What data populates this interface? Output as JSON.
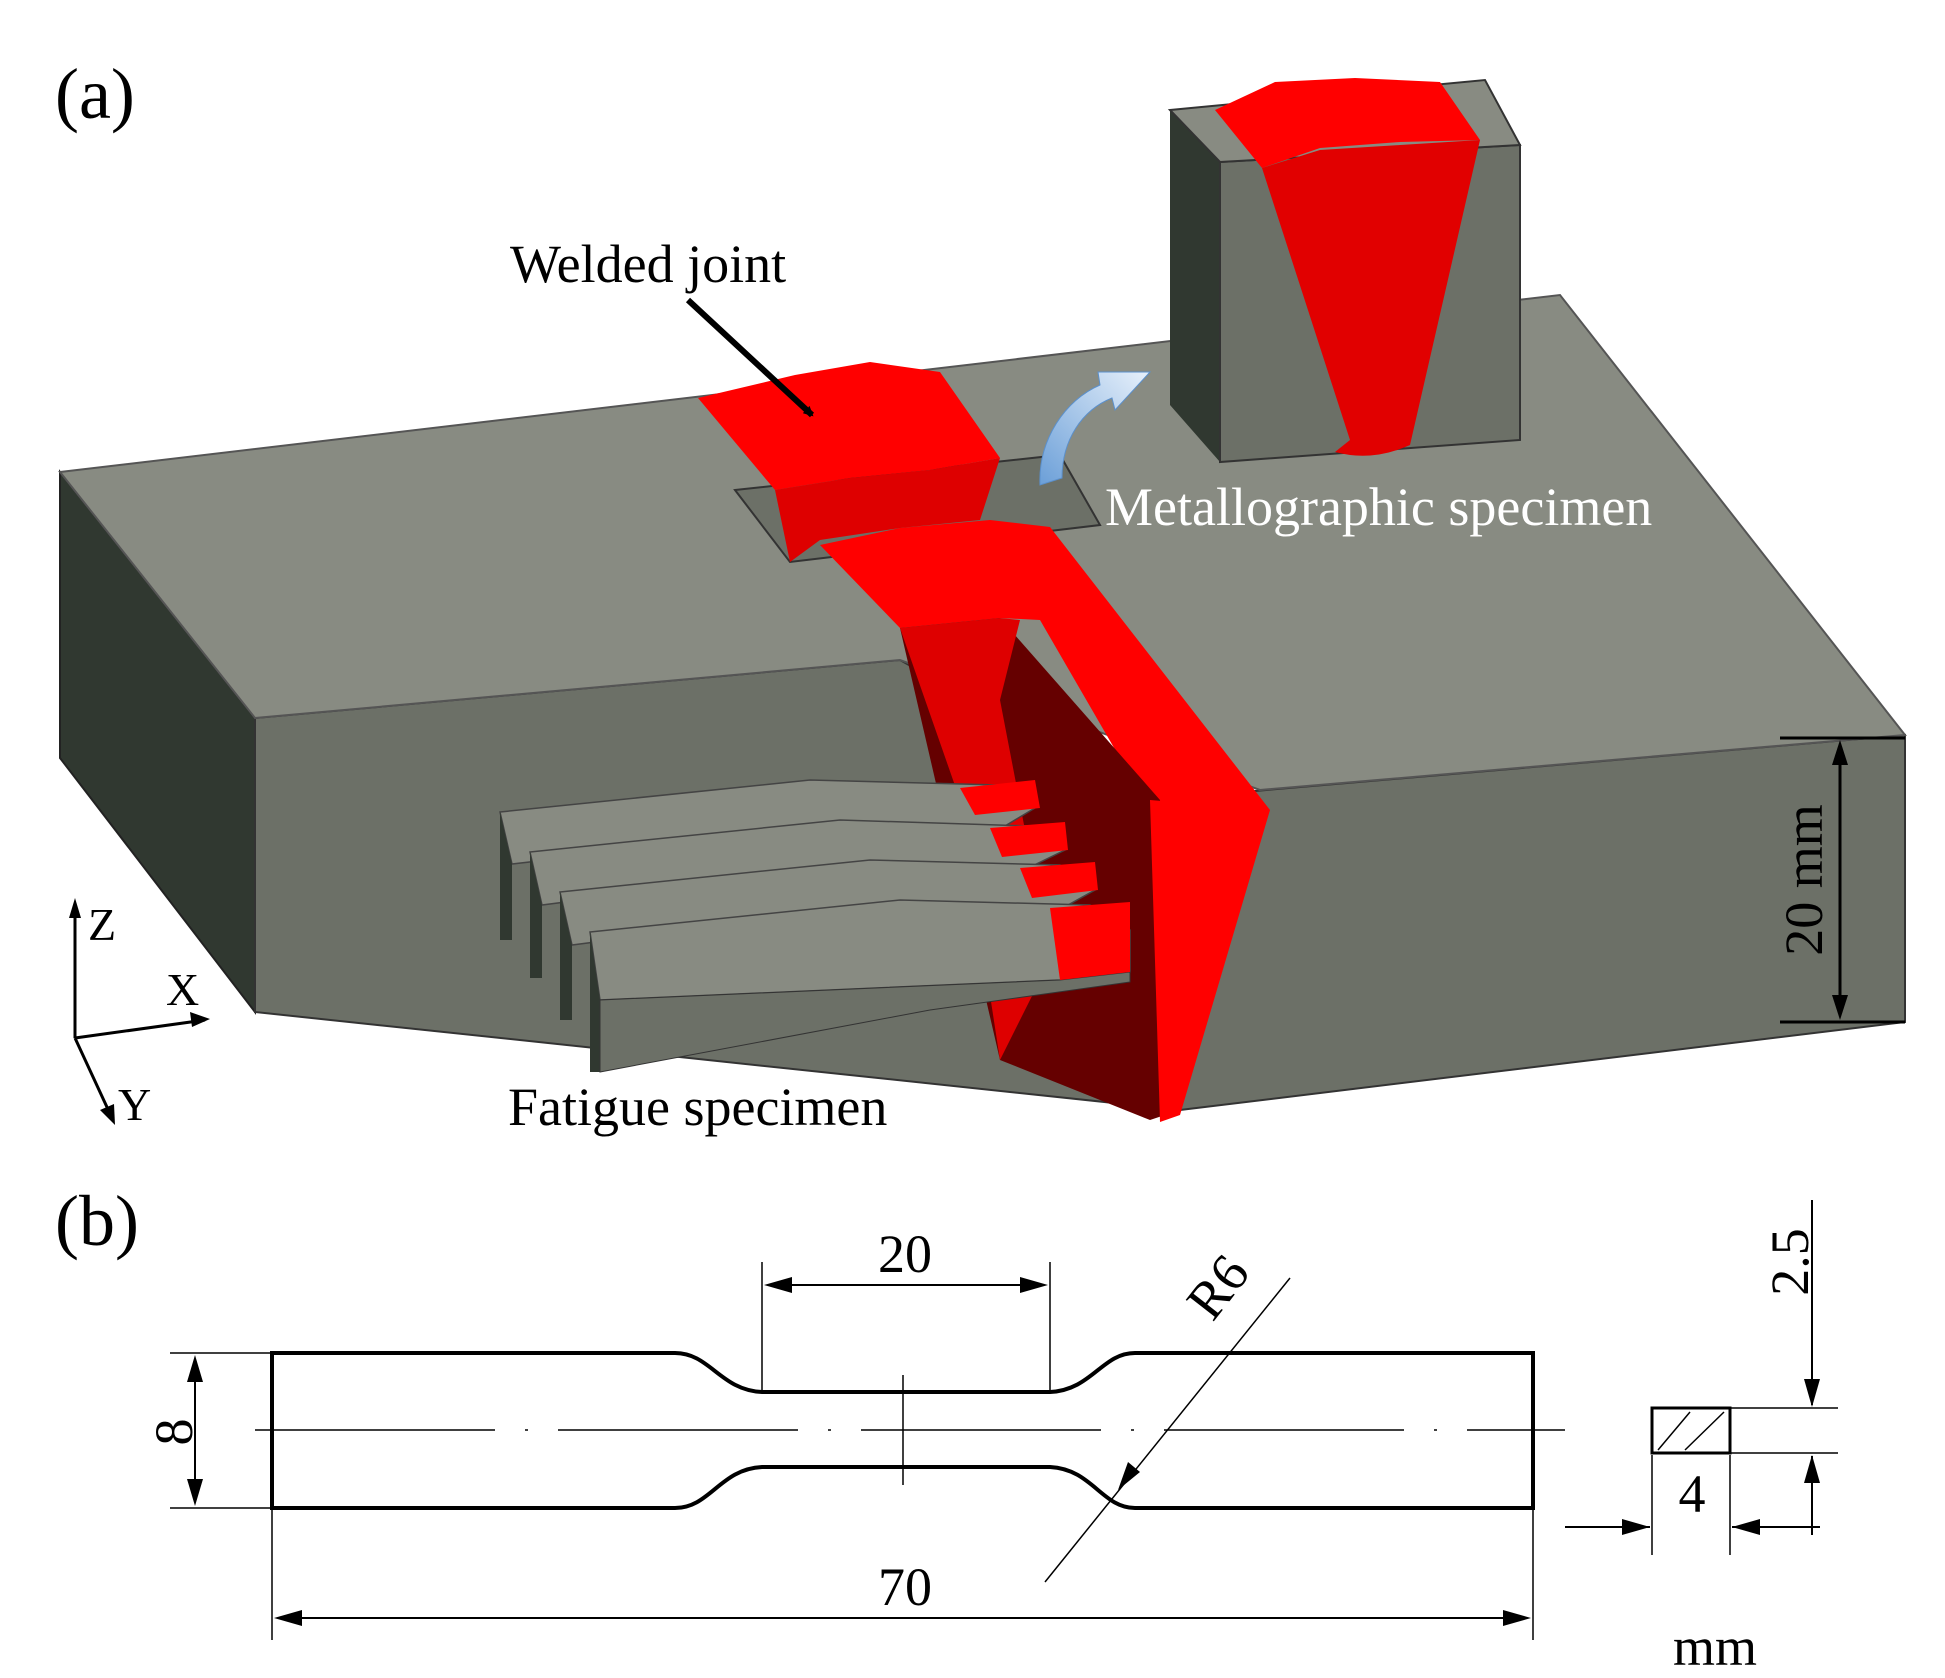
{
  "panel_a": {
    "label": "(a)",
    "welded_joint_label": "Welded joint",
    "metallographic_label": "Metallographic specimen",
    "fatigue_label": "Fatigue specimen",
    "height_dim": "20 mm",
    "axes": {
      "z": "Z",
      "x": "X",
      "y": "Y"
    }
  },
  "panel_b": {
    "label": "(b)",
    "dim_gauge_length": "20",
    "dim_radius": "R6",
    "dim_width": "8",
    "dim_total_length": "70",
    "dim_thickness": "2.5",
    "dim_section_width": "4",
    "unit": "mm"
  },
  "colors": {
    "weld_red": "#ff0000",
    "weld_dark_red": "#de0000",
    "weld_deep_red": "#650000",
    "plate_top": "#888b82",
    "plate_front": "#6c7067",
    "plate_side": "#303830",
    "arrow_blue": "#87b7e6"
  }
}
